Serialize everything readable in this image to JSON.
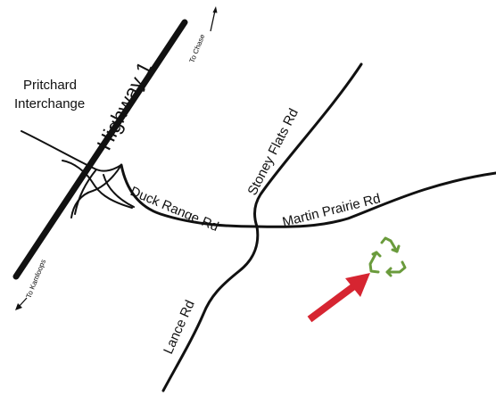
{
  "map": {
    "labels": {
      "highway": "Highway 1",
      "interchange_line1": "Pritchard",
      "interchange_line2": "Interchange",
      "to_chase": "To Chase",
      "to_kamloops": "To Kamloops",
      "duck_range": "Duck Range Rd",
      "martin_prairie": "Martin Prairie Rd",
      "stoney_flats": "Stoney Flats Rd",
      "lance": "Lance Rd"
    },
    "marker": {
      "icon": "recycling-icon",
      "arrow_icon": "arrow-icon"
    },
    "colors": {
      "road": "#111111",
      "recycle": "#6a9b3c",
      "arrow": "#d62531",
      "background": "#ffffff"
    }
  }
}
